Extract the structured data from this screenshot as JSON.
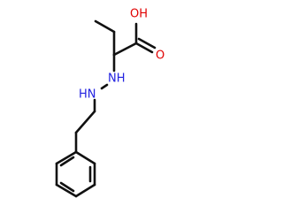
{
  "molecule": {
    "atoms": [
      {
        "id": "oh",
        "text": "OH",
        "element": "O",
        "color": "#e00000"
      },
      {
        "id": "o",
        "text": "O",
        "element": "O",
        "color": "#e00000"
      },
      {
        "id": "nh1",
        "text": "NH",
        "element": "N",
        "color": "#2020e0"
      },
      {
        "id": "hn2",
        "text": "HN",
        "element": "N",
        "color": "#2020e0"
      }
    ],
    "bond_color": "#111111"
  }
}
